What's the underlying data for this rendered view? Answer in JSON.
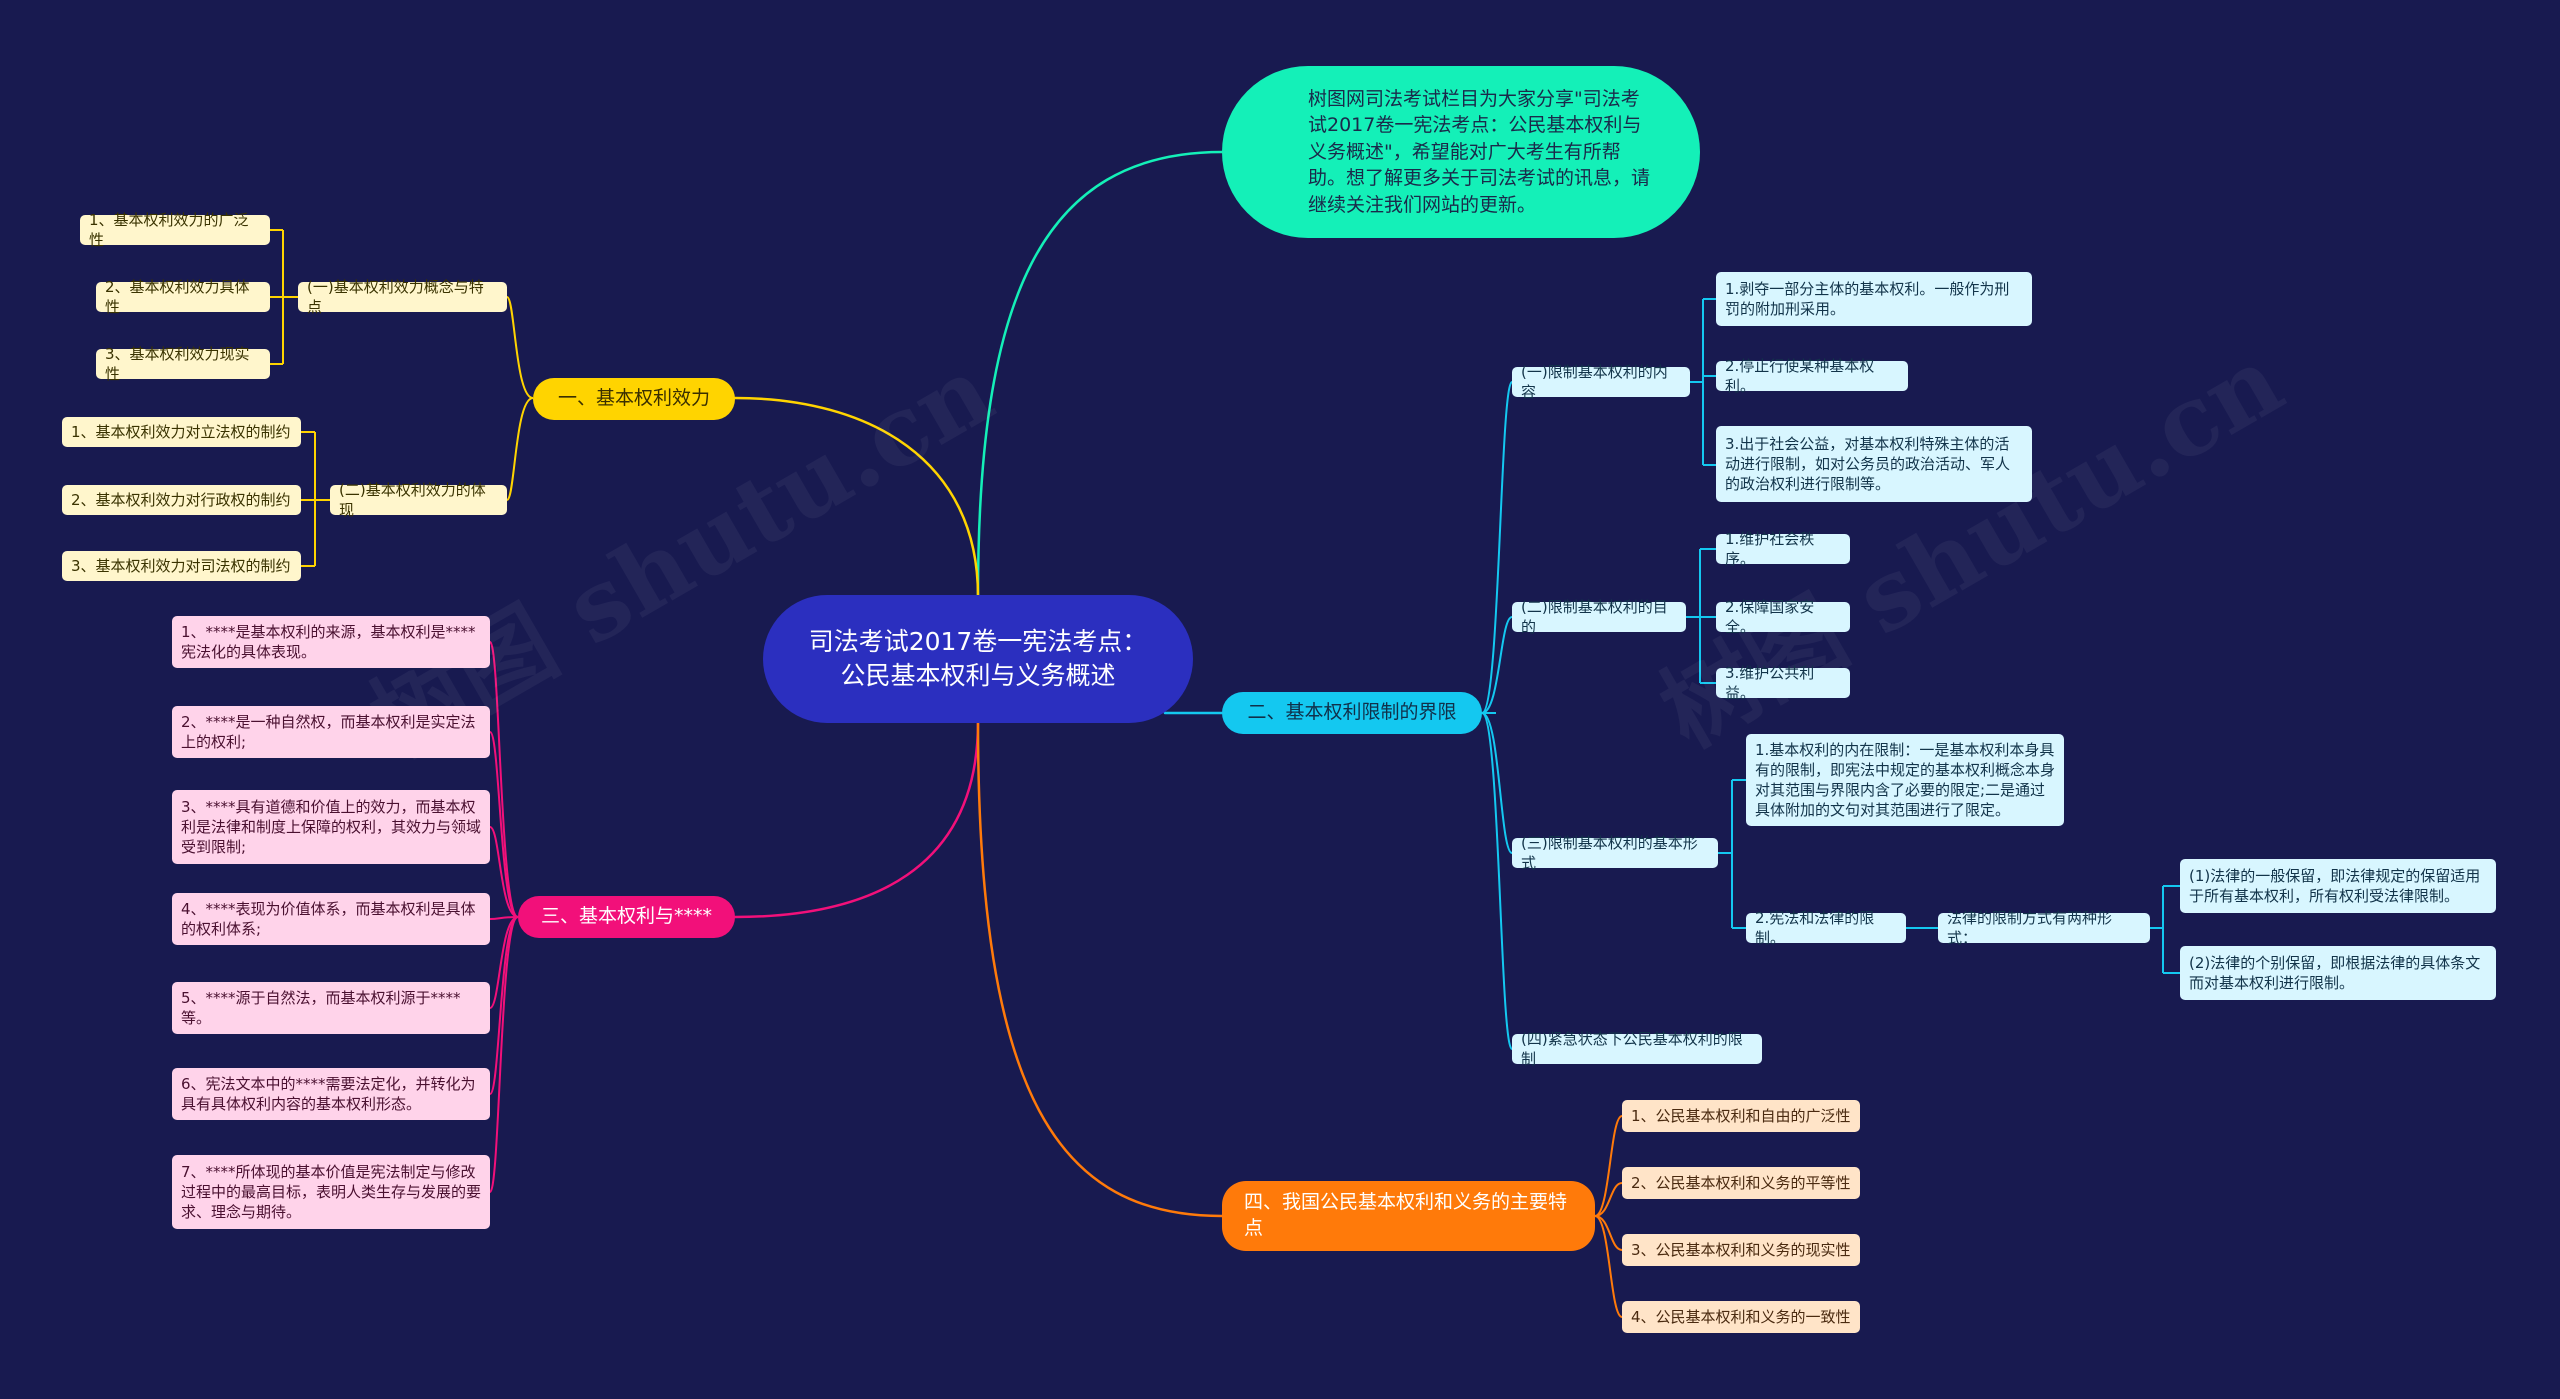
{
  "root": {
    "title": "司法考试2017卷一宪法考点：公民基本权利与义务概述"
  },
  "intro": {
    "text": "树图网司法考试栏目为大家分享\"司法考试2017卷一宪法考点：公民基本权利与义务概述\"，希望能对广大考生有所帮助。想了解更多关于司法考试的讯息，请继续关注我们网站的更新。"
  },
  "branch1": {
    "label": "一、基本权利效力",
    "sub1": {
      "label": "(一)基本权利效力概念与特点",
      "items": [
        "1、基本权利效力的广泛性",
        "2、基本权利效力具体性",
        "3、基本权利效力现实性"
      ]
    },
    "sub2": {
      "label": "(二)基本权利效力的体现",
      "items": [
        "1、基本权利效力对立法权的制约",
        "2、基本权利效力对行政权的制约",
        "3、基本权利效力对司法权的制约"
      ]
    }
  },
  "branch2": {
    "label": "二、基本权利限制的界限",
    "sub1": {
      "label": "(一)限制基本权利的内容",
      "items": [
        "1.剥夺一部分主体的基本权利。一般作为刑罚的附加刑采用。",
        "2.停止行使某种基本权利。",
        "3.出于社会公益，对基本权利特殊主体的活动进行限制，如对公务员的政治活动、军人的政治权利进行限制等。"
      ]
    },
    "sub2": {
      "label": "(二)限制基本权利的目的",
      "items": [
        "1.维护社会秩序。",
        "2.保障国家安全。",
        "3.维护公共利益。"
      ]
    },
    "sub3": {
      "label": "(三)限制基本权利的基本形式",
      "item1": "1.基本权利的内在限制：一是基本权利本身具有的限制，即宪法中规定的基本权利概念本身对其范围与界限内含了必要的限定;二是通过具体附加的文句对其范围进行了限定。",
      "item2": "2.宪法和法律的限制。",
      "item2_child": "法律的限制方式有两种形式：",
      "item2_grand": [
        "(1)法律的一般保留，即法律规定的保留适用于所有基本权利，所有权利受法律限制。",
        "(2)法律的个别保留，即根据法律的具体条文而对基本权利进行限制。"
      ]
    },
    "sub4": {
      "label": "(四)紧急状态下公民基本权利的限制"
    }
  },
  "branch3": {
    "label": "三、基本权利与****",
    "items": [
      "1、****是基本权利的来源，基本权利是****宪法化的具体表现。",
      "2、****是一种自然权，而基本权利是实定法上的权利;",
      "3、****具有道德和价值上的效力，而基本权利是法律和制度上保障的权利，其效力与领域受到限制;",
      "4、****表现为价值体系，而基本权利是具体的权利体系;",
      "5、****源于自然法，而基本权利源于****等。",
      "6、宪法文本中的****需要法定化，并转化为具有具体权利内容的基本权利形态。",
      "7、****所体现的基本价值是宪法制定与修改过程中的最高目标，表明人类生存与发展的要求、理念与期待。"
    ]
  },
  "branch4": {
    "label": "四、我国公民基本权利和义务的主要特点",
    "items": [
      "1、公民基本权利和自由的广泛性",
      "2、公民基本权利和义务的平等性",
      "3、公民基本权利和义务的现实性",
      "4、公民基本权利和义务的一致性"
    ]
  },
  "colors": {
    "background": "#181a50",
    "root": "#2b2fbf",
    "intro": "#14f0b8",
    "yellow": "#ffd400",
    "cyan": "#14c8f0",
    "pink": "#f2107a",
    "orange": "#ff7a0a"
  }
}
